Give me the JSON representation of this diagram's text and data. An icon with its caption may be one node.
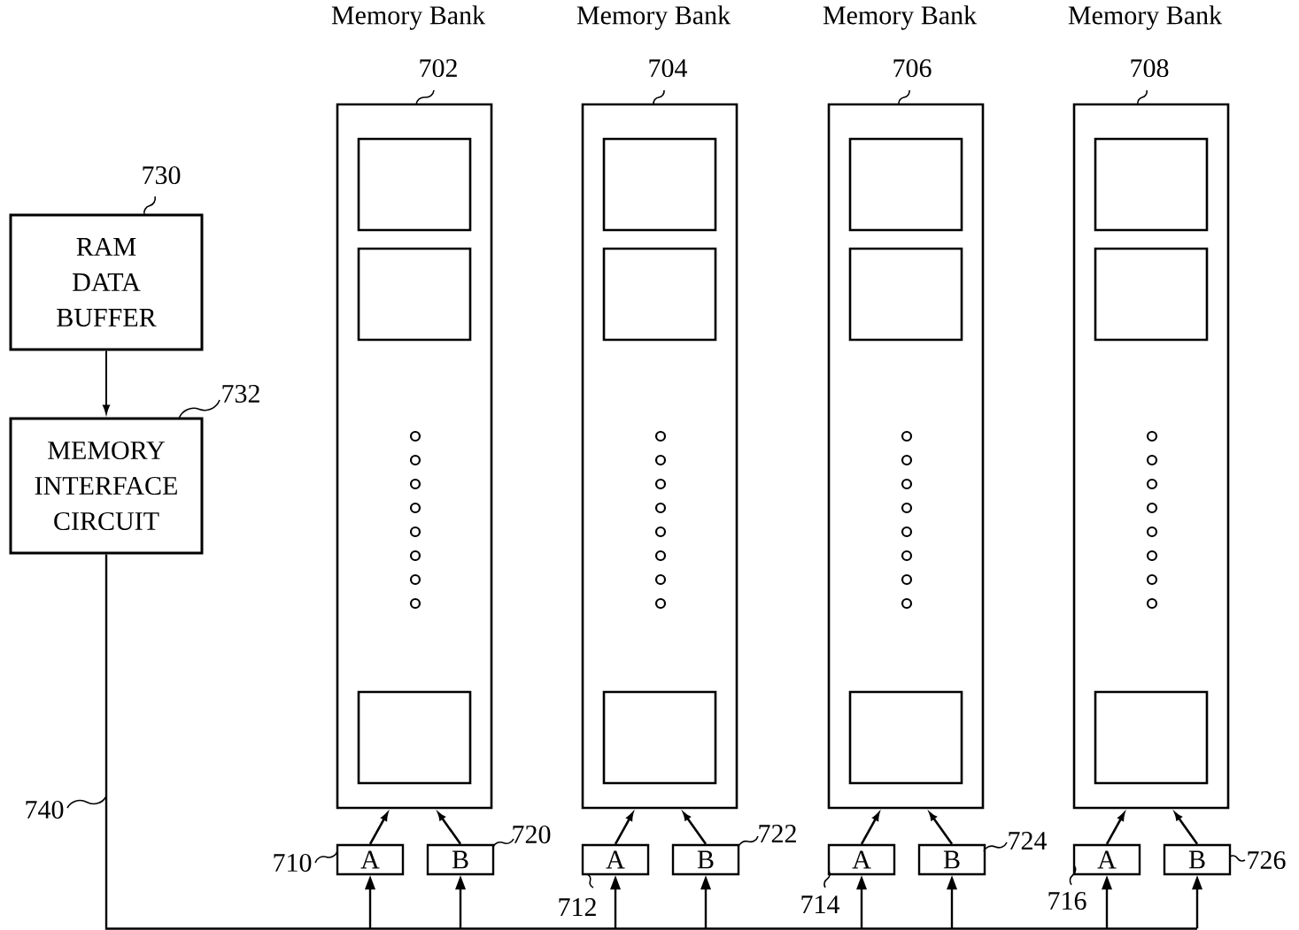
{
  "diagram": {
    "nodes": [
      {
        "text": [
          "RAM DATA BUFFER"
        ]
      },
      {
        "text": [
          "MEMORY INTERFACE CIRCUIT"
        ]
      },
      {
        "text": [
          "Memory Bank"
        ]
      },
      {
        "text": [],
        "shape": "box",
        "in": 2
      },
      {
        "text": [],
        "shape": "box",
        "in": 2
      },
      {
        "text": [],
        "shape": "box",
        "in": 2
      },
      {
        "text": [
          "Memory Bank"
        ]
      },
      {
        "text": [],
        "shape": "box",
        "in": 6
      },
      {
        "text": [],
        "shape": "box",
        "in": 6
      },
      {
        "text": [],
        "shape": "box",
        "in": 6
      },
      {
        "text": [
          "Memory Bank"
        ]
      },
      {
        "text": [],
        "shape": "box",
        "in": 10
      },
      {
        "text": [],
        "shape": "box",
        "in": 10
      },
      {
        "text": [],
        "shape": "box",
        "in": 10
      },
      {
        "text": [
          "Memory Bank"
        ]
      },
      {
        "text": [],
        "shape": "box",
        "in": 14
      },
      {
        "text": [],
        "shape": "box",
        "in": 14
      },
      {
        "text": [],
        "shape": "box",
        "in": 14
      },
      {
        "text": [
          "A"
        ]
      },
      {
        "text": [
          "B"
        ]
      },
      {
        "text": [
          "A"
        ]
      },
      {
        "text": [
          "B"
        ]
      },
      {
        "text": [
          "A"
        ]
      },
      {
        "text": [
          "B"
        ]
      },
      {
        "text": [
          "A"
        ]
      },
      {
        "text": [
          "B"
        ]
      },
      {
        "text": [
          "730"
        ]
      },
      {
        "text": [
          "732"
        ]
      },
      {
        "text": [
          "702"
        ]
      },
      {
        "text": [
          "704"
        ]
      },
      {
        "text": [
          "706"
        ]
      },
      {
        "text": [
          "708"
        ]
      },
      {
        "text": [
          "710"
        ]
      },
      {
        "text": [
          "720"
        ]
      },
      {
        "text": [
          "712"
        ]
      },
      {
        "text": [
          "722"
        ]
      },
      {
        "text": [
          "714"
        ]
      },
      {
        "text": [
          "724"
        ]
      },
      {
        "text": [
          "716"
        ]
      },
      {
        "text": [
          "726"
        ]
      },
      {
        "text": [
          "740"
        ]
      }
    ],
    "edges": [
      {
        "from": 0,
        "to": 1,
        "arrow": "to"
      },
      {
        "from": 1,
        "to": 18,
        "arrow": "to"
      },
      {
        "from": 1,
        "to": 19,
        "arrow": "to"
      },
      {
        "from": 1,
        "to": 20,
        "arrow": "to"
      },
      {
        "from": 1,
        "to": 21,
        "arrow": "to"
      },
      {
        "from": 1,
        "to": 22,
        "arrow": "to"
      },
      {
        "from": 1,
        "to": 23,
        "arrow": "to"
      },
      {
        "from": 1,
        "to": 24,
        "arrow": "to"
      },
      {
        "from": 1,
        "to": 25,
        "arrow": "to"
      },
      {
        "from": 18,
        "to": 2,
        "arrow": "to"
      },
      {
        "from": 19,
        "to": 2,
        "arrow": "to"
      },
      {
        "from": 20,
        "to": 6,
        "arrow": "to"
      },
      {
        "from": 21,
        "to": 6,
        "arrow": "to"
      },
      {
        "from": 22,
        "to": 10,
        "arrow": "to"
      },
      {
        "from": 23,
        "to": 10,
        "arrow": "to"
      },
      {
        "from": 24,
        "to": 14,
        "arrow": "to"
      },
      {
        "from": 25,
        "to": 14,
        "arrow": "to"
      },
      {
        "from": 26,
        "to": 0,
        "arrow": "none"
      },
      {
        "from": 27,
        "to": 1,
        "arrow": "none"
      },
      {
        "from": 28,
        "to": 2,
        "arrow": "none"
      },
      {
        "from": 29,
        "to": 6,
        "arrow": "none"
      },
      {
        "from": 30,
        "to": 10,
        "arrow": "none"
      },
      {
        "from": 31,
        "to": 14,
        "arrow": "none"
      },
      {
        "from": 32,
        "to": 18,
        "arrow": "none"
      },
      {
        "from": 33,
        "to": 19,
        "arrow": "none"
      },
      {
        "from": 34,
        "to": 20,
        "arrow": "none"
      },
      {
        "from": 35,
        "to": 21,
        "arrow": "none"
      },
      {
        "from": 36,
        "to": 22,
        "arrow": "none"
      },
      {
        "from": 37,
        "to": 23,
        "arrow": "none"
      },
      {
        "from": 38,
        "to": 24,
        "arrow": "none"
      },
      {
        "from": 39,
        "to": 25,
        "arrow": "none"
      },
      {
        "from": 40,
        "to": null,
        "arrow": "none"
      }
    ]
  }
}
